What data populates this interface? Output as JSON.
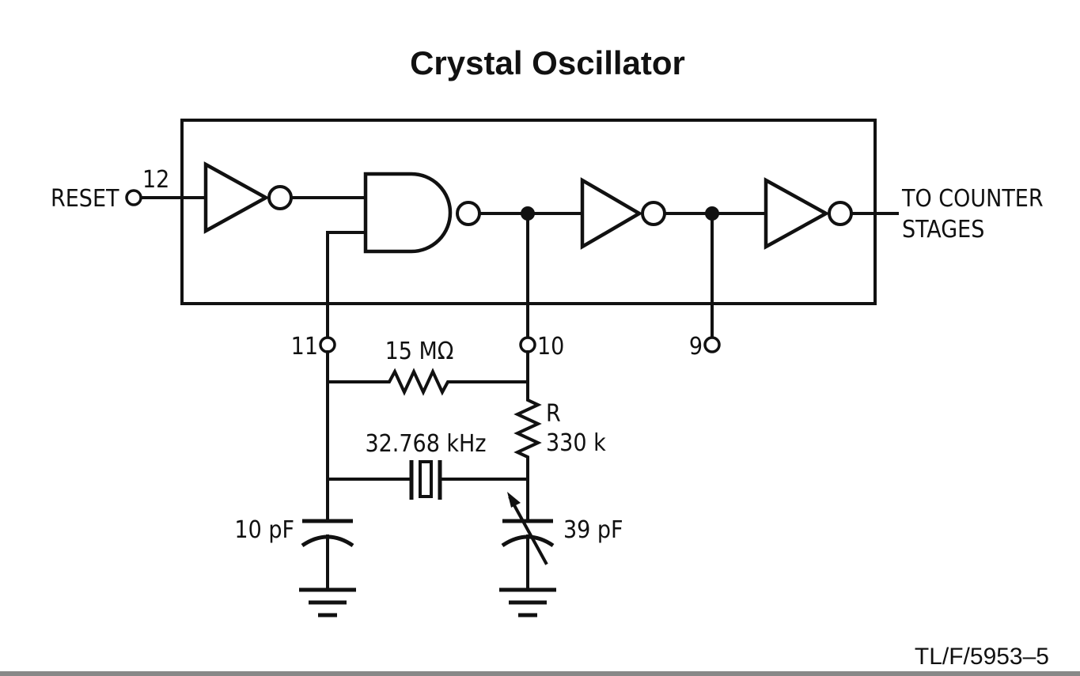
{
  "title": "Crystal Oscillator",
  "labels": {
    "reset": "RESET",
    "pin12": "12",
    "output_line1": "TO COUNTER",
    "output_line2": "STAGES",
    "pin11": "11",
    "pin10": "10",
    "pin9": "9",
    "feedback_resistor": "15 MΩ",
    "series_resistor_name": "R",
    "series_resistor_value": "330 k",
    "crystal": "32.768 kHz",
    "cap_fixed": "10 pF",
    "cap_variable": "39 pF",
    "figure_ref": "TL/F/5953–5"
  }
}
